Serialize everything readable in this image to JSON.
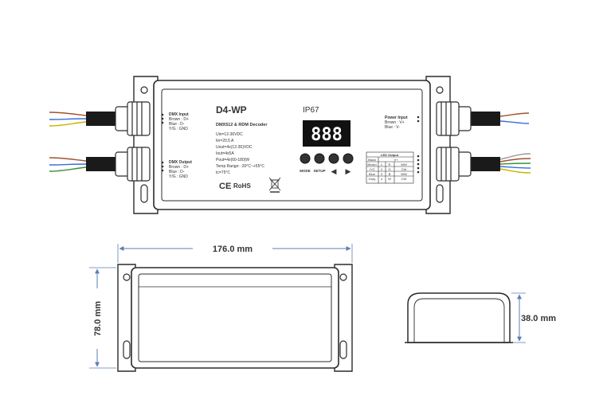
{
  "product": {
    "model": "D4-WP",
    "ip_rating": "IP67",
    "subtitle": "DMX512 & RDM Decoder",
    "display": "888",
    "specs": [
      "Uin=12-36VDC",
      "Iin=20.5 A",
      "Uout=4x(12-36)VDC",
      "Iout=4x5A",
      "Pout=4x(60-180)W",
      "Temp Range: -30°C~+55°C",
      "tc=75°C"
    ],
    "cert_ce": "CE",
    "cert_rohs": "RoHS",
    "buttons": [
      "MODE",
      "SETUP",
      "◀",
      "▶"
    ]
  },
  "dmx_input": {
    "title": "DMX Input",
    "lines": [
      "Brown : D+",
      "Blue : D-",
      "Y/G : GND"
    ]
  },
  "dmx_output": {
    "title": "DMX Output",
    "lines": [
      "Brown : D+",
      "Blue : D-",
      "Y/G : GND"
    ]
  },
  "power_input": {
    "title": "Power Input",
    "lines": [
      "Brown : V+",
      "Blue : V-"
    ]
  },
  "led_output_table": {
    "title": "LED Output",
    "header": [
      "Black",
      "V+"
    ],
    "rows": [
      [
        "Brown",
        "1",
        "R",
        "WW"
      ],
      [
        "Y/G",
        "2",
        "G",
        "CW"
      ],
      [
        "Blue",
        "3",
        "B",
        "WW"
      ],
      [
        "Gray",
        "4",
        "W",
        "CW"
      ]
    ]
  },
  "dimensions": {
    "length": "176.0 mm",
    "width": "78.0 mm",
    "height": "38.0 mm"
  },
  "colors": {
    "outline": "#2b2b2b",
    "cable": "#1a1a1a",
    "dimension_line": "#5b7fb5",
    "wire_brown": "#a0522d",
    "wire_blue": "#3a6fd8",
    "wire_yellow": "#c9b400",
    "wire_green": "#3b8f3b",
    "wire_gray": "#999999"
  }
}
